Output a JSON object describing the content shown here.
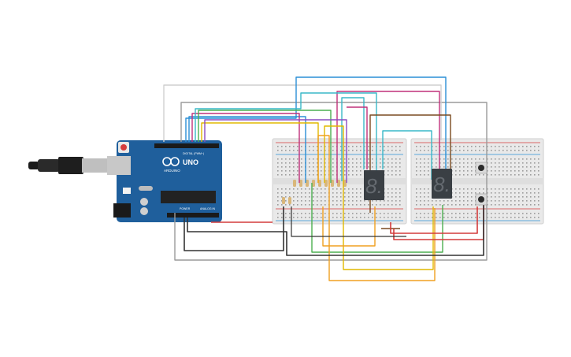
{
  "arduino": {
    "brand": "ARDUINO",
    "model": "UNO",
    "digital_label": "DIGITAL (PWM~)",
    "power_label": "POWER",
    "analog_label": "ANALOG IN"
  },
  "displays": [
    {
      "glyph": "8."
    },
    {
      "glyph": "8."
    }
  ],
  "colors": {
    "board": "#1f5f9c",
    "breadboard": "#e9e9e9",
    "display": "#3a3f44",
    "wire_red": "#d43b3b",
    "wire_black": "#333333",
    "wire_gray": "#9a9a9a",
    "wire_blue": "#2a8fd6",
    "wire_magenta": "#c0307a",
    "wire_green": "#4caf50",
    "wire_yellow": "#e0b800",
    "wire_orange": "#f0a020",
    "wire_cyan": "#39b8c8",
    "wire_brown": "#7a4a20",
    "wire_purple": "#8a4bc0"
  }
}
